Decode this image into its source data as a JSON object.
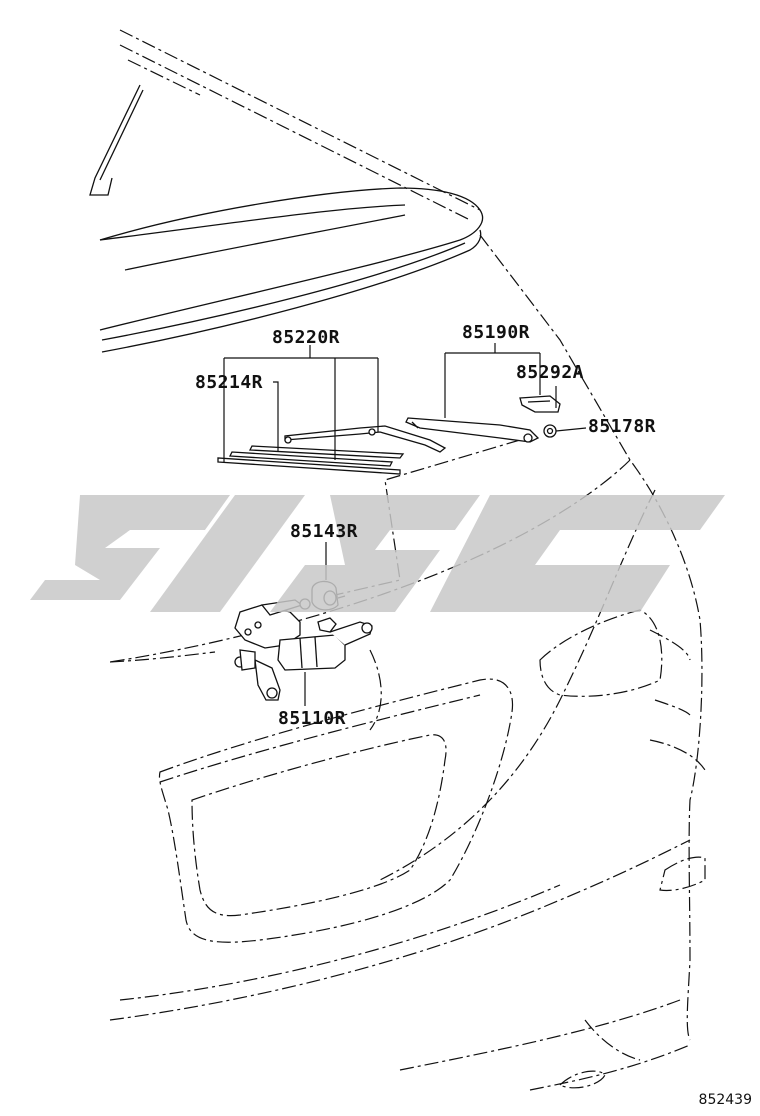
{
  "callouts": {
    "wiper_blade_assy": "85220R",
    "wiper_blade_rubber": "85214R",
    "wiper_arm": "85190R",
    "wiper_arm_cap": "85292A",
    "wiper_arm_nut": "85178R",
    "wiper_motor_cap": "85143R",
    "wiper_motor_assy": "85110R"
  },
  "diagram_id": "852439",
  "colors": {
    "line": "#111111",
    "watermark": "#c8c8c8"
  }
}
